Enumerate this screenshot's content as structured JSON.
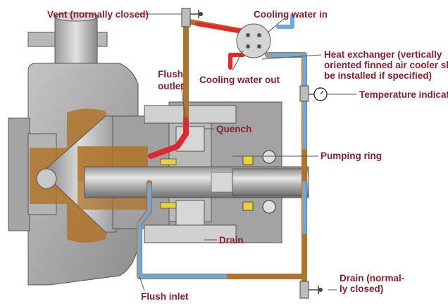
{
  "labels": {
    "vent": "Vent (normally closed)",
    "cooling_in": "Cooling water in",
    "heat_exchanger": [
      "Heat exchanger (vertically",
      "oriented finned air cooler shal",
      "be installed if specified)"
    ],
    "flush_outlet": [
      "Flush",
      "outlet"
    ],
    "cooling_out": "Cooling water out",
    "temperature": "Temperature indicato",
    "quench": "Quench",
    "pumping_ring": "Pumping ring",
    "drain": "Drain",
    "drain_normally_closed": [
      "Drain (normal-",
      "ly closed)"
    ],
    "flush_inlet": "Flush inlet"
  },
  "colors": {
    "label": "#8b1e2b",
    "hot_line": "#e0282e",
    "cold_line": "#6fa8dc",
    "rust": "#b0742c",
    "casing": "#a9a9a9",
    "shaft": "#c8c8c8"
  },
  "icons": [
    "valve-icon",
    "gauge-icon",
    "heat-exchanger-icon"
  ]
}
